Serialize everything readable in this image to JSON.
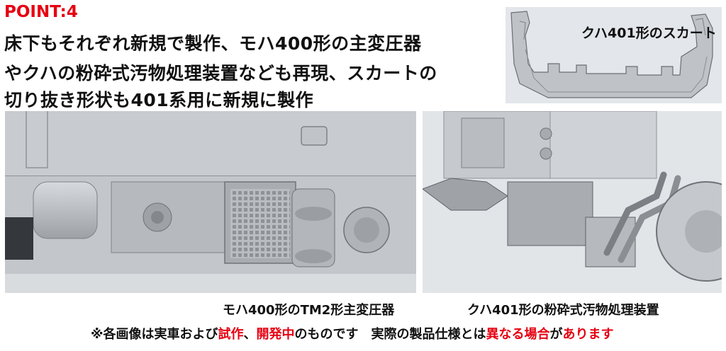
{
  "point_label": "POINT:4",
  "headline": {
    "line1": "床下もそれぞれ新規で製作、モハ400形の主変圧器",
    "line2": "やクハの粉砕式汚物処理装置なども再現、スカートの",
    "line3": "切り抜き形状も401系用に新規に製作"
  },
  "skirt_caption": "クハ401形のスカート",
  "captions": {
    "left": "モハ400形のTM2形主変圧器",
    "right": "クハ401形の粉砕式汚物処理装置"
  },
  "disclaimer": {
    "part1": "※各画像は実車および",
    "part2": "試作",
    "part3": "、",
    "part4": "開発中",
    "part5": "のものです　実際の製品仕様とは",
    "part6": "異なる場合",
    "part7": "が",
    "part8": "あります"
  },
  "colors": {
    "accent_red": "#e60012",
    "text": "#111111"
  }
}
